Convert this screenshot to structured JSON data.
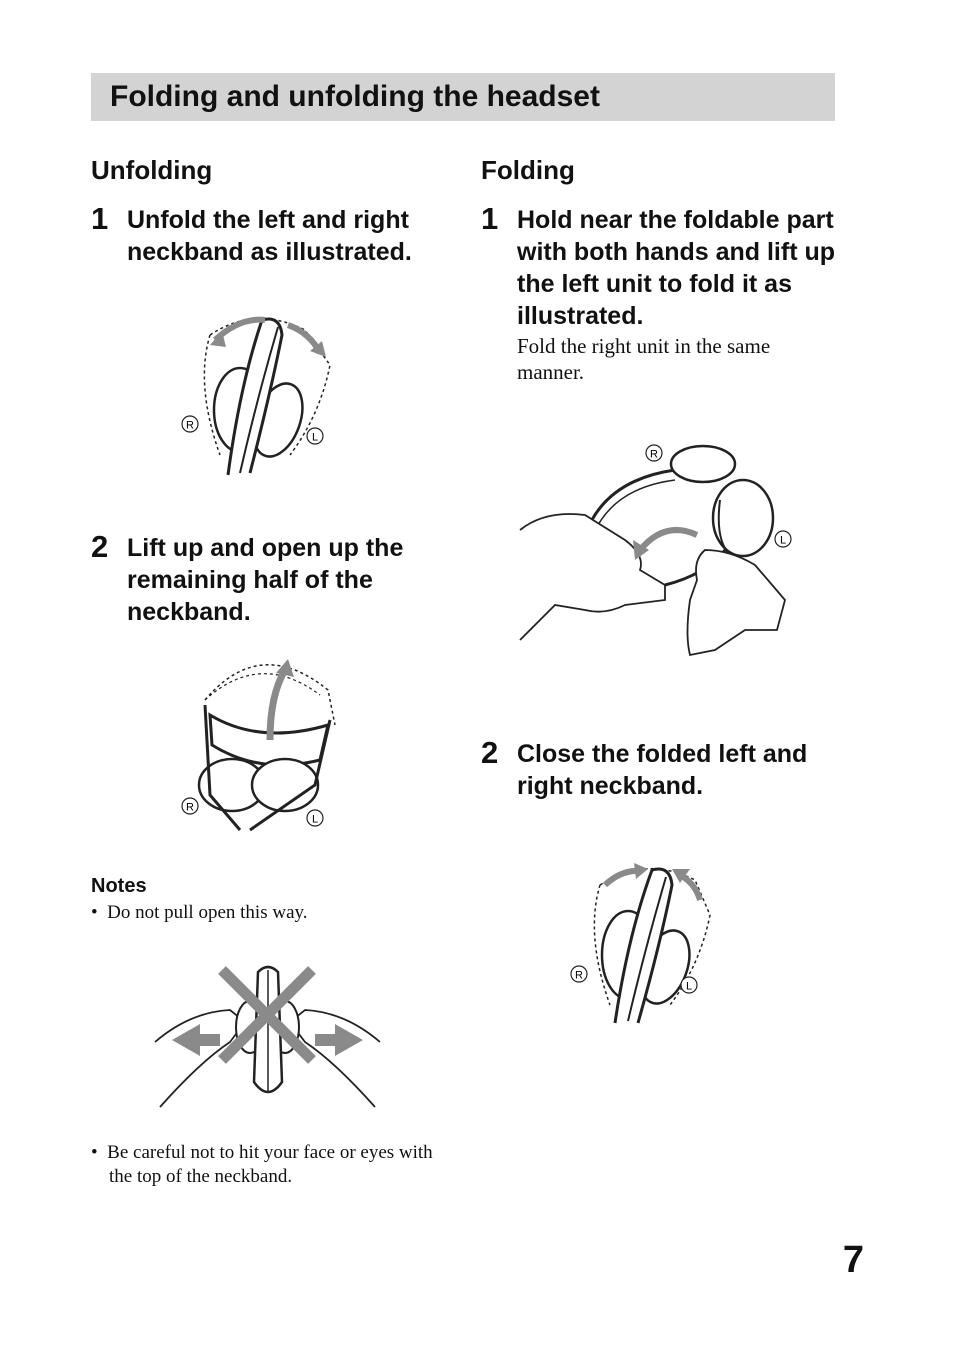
{
  "section": {
    "title": "Folding and unfolding the headset"
  },
  "unfolding": {
    "heading": "Unfolding",
    "steps": [
      {
        "num": "1",
        "text": "Unfold the left and right neckband as illustrated."
      },
      {
        "num": "2",
        "text": "Lift up and open up the remaining half of the neckband."
      }
    ]
  },
  "folding": {
    "heading": "Folding",
    "steps": [
      {
        "num": "1",
        "text": "Hold near the foldable part with both hands and lift up the left unit to fold it as illustrated.",
        "detail": "Fold the right unit in the same manner."
      },
      {
        "num": "2",
        "text": "Close the folded left and right neckband."
      }
    ]
  },
  "markers": {
    "right": "R",
    "left": "L"
  },
  "notes": {
    "heading": "Notes",
    "items": [
      "Do not pull open this way.",
      "Be careful not to hit your face or eyes with the top of the neckband."
    ]
  },
  "page": {
    "number": "7"
  },
  "colors": {
    "section_bar": "#d3d3d3",
    "arrow": "#8a8a8a",
    "line": "#222222"
  }
}
